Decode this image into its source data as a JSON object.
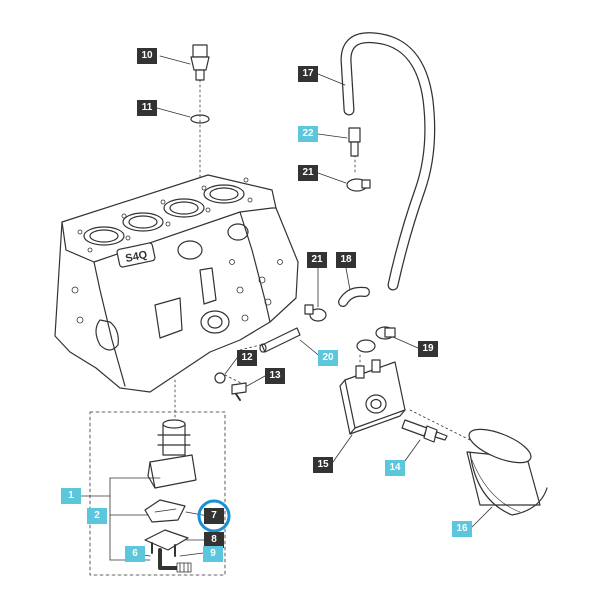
{
  "colors": {
    "dark_label": "#333333",
    "highlight_label": "#5bc6dc",
    "highlight_ring": "#1a8fd6",
    "line": "#333333"
  },
  "engine": {
    "emblem_text": "S4Q"
  },
  "callouts": [
    {
      "id": "l10",
      "text": "10",
      "style": "dark"
    },
    {
      "id": "l11",
      "text": "11",
      "style": "dark"
    },
    {
      "id": "l17",
      "text": "17",
      "style": "dark"
    },
    {
      "id": "l22",
      "text": "22",
      "style": "cyan"
    },
    {
      "id": "l21a",
      "text": "21",
      "style": "dark"
    },
    {
      "id": "l21b",
      "text": "21",
      "style": "dark"
    },
    {
      "id": "l18",
      "text": "18",
      "style": "dark"
    },
    {
      "id": "l19",
      "text": "19",
      "style": "dark"
    },
    {
      "id": "l20",
      "text": "20",
      "style": "cyan"
    },
    {
      "id": "l12",
      "text": "12",
      "style": "dark"
    },
    {
      "id": "l13",
      "text": "13",
      "style": "dark"
    },
    {
      "id": "l1",
      "text": "1",
      "style": "cyan"
    },
    {
      "id": "l2",
      "text": "2",
      "style": "cyan"
    },
    {
      "id": "l7",
      "text": "7",
      "style": "dark"
    },
    {
      "id": "l8",
      "text": "8",
      "style": "dark"
    },
    {
      "id": "l6",
      "text": "6",
      "style": "cyan"
    },
    {
      "id": "l9",
      "text": "9",
      "style": "cyan"
    },
    {
      "id": "l15",
      "text": "15",
      "style": "dark"
    },
    {
      "id": "l14",
      "text": "14",
      "style": "cyan"
    },
    {
      "id": "l16",
      "text": "16",
      "style": "cyan"
    }
  ],
  "highlighted_callout": "7"
}
